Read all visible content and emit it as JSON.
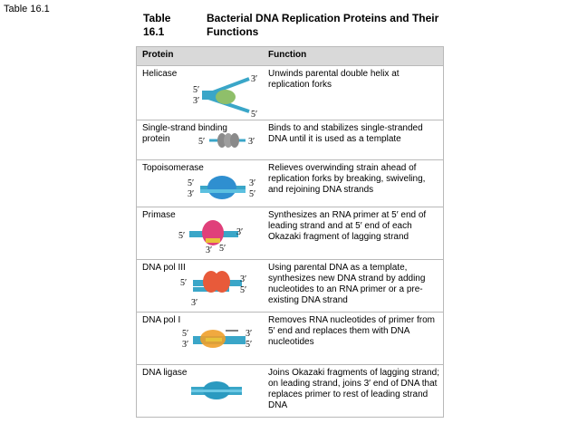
{
  "slide_label": "Table 16.1",
  "table": {
    "number": "Table 16.1",
    "title": "Bacterial DNA Replication Proteins and Their Functions",
    "col_protein": "Protein",
    "col_function": "Function",
    "rows": [
      {
        "protein": "Helicase",
        "function": "Unwinds parental double helix at replication forks"
      },
      {
        "protein": "Single-strand binding protein",
        "function": "Binds to and stabilizes single-stranded DNA until it is used as a template"
      },
      {
        "protein": "Topoisomerase",
        "function": "Relieves overwinding strain ahead of replication forks by breaking, swiveling, and rejoining DNA strands"
      },
      {
        "protein": "Primase",
        "function": "Synthesizes an RNA primer at 5′ end of leading strand and at 5′ end of each Okazaki fragment of lagging strand"
      },
      {
        "protein": "DNA pol III",
        "function": "Using parental DNA as a template, synthesizes new DNA strand by adding nucleotides to an RNA primer or a pre-existing DNA strand"
      },
      {
        "protein": "DNA pol I",
        "function": "Removes RNA nucleotides of primer from 5′ end and replaces them with DNA nucleotides"
      },
      {
        "protein": "DNA ligase",
        "function": "Joins Okazaki fragments of lagging strand; on leading strand, joins 3′ end of DNA that replaces primer to rest of leading strand DNA"
      }
    ]
  },
  "strand_labels": {
    "five": "5′",
    "three": "3′"
  },
  "colors": {
    "dna": "#3aa6c8",
    "helicase": "#8fbf6a",
    "ssb": "#8a8a8a",
    "topo": "#2f8fd0",
    "primase": "#e0407a",
    "rna": "#e8c23a",
    "pol3": "#e85a3a",
    "pol1": "#f0a02a",
    "ligase": "#2b9ac0"
  }
}
